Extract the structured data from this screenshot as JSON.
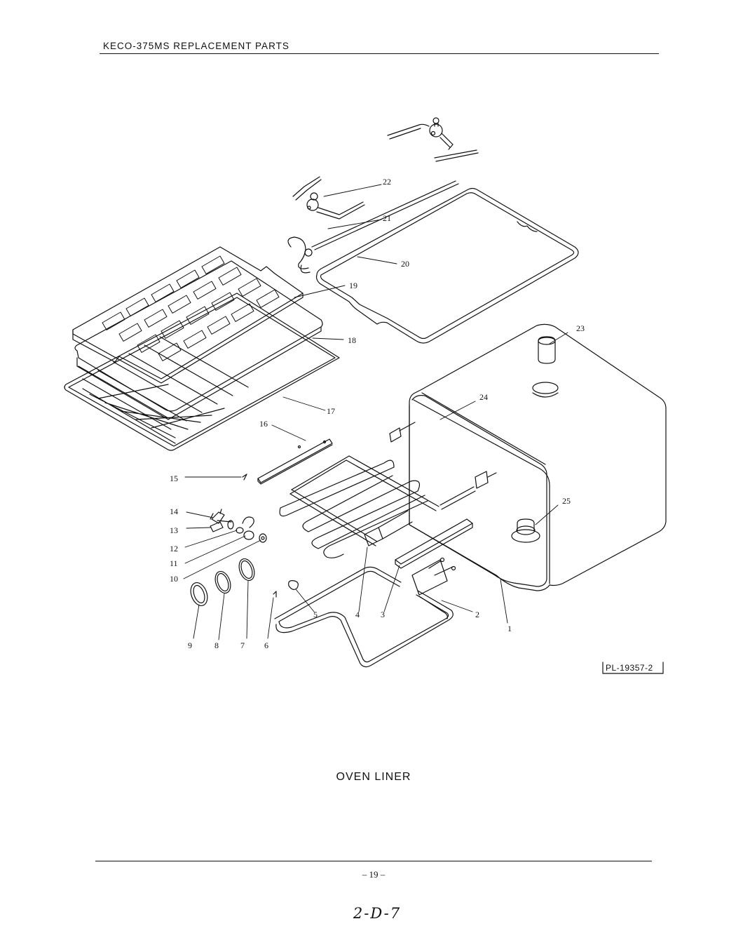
{
  "header": {
    "title": "KECO-375MS REPLACEMENT PARTS"
  },
  "diagram": {
    "callouts": [
      "1",
      "2",
      "3",
      "4",
      "5",
      "6",
      "7",
      "8",
      "9",
      "10",
      "11",
      "12",
      "13",
      "14",
      "15",
      "16",
      "17",
      "18",
      "19",
      "20",
      "21",
      "22",
      "23",
      "24",
      "25"
    ],
    "plate_number": "PL-19357-2"
  },
  "caption": "OVEN LINER",
  "footer": {
    "page_number": "– 19 –",
    "handwritten_note": "2-D-7"
  }
}
